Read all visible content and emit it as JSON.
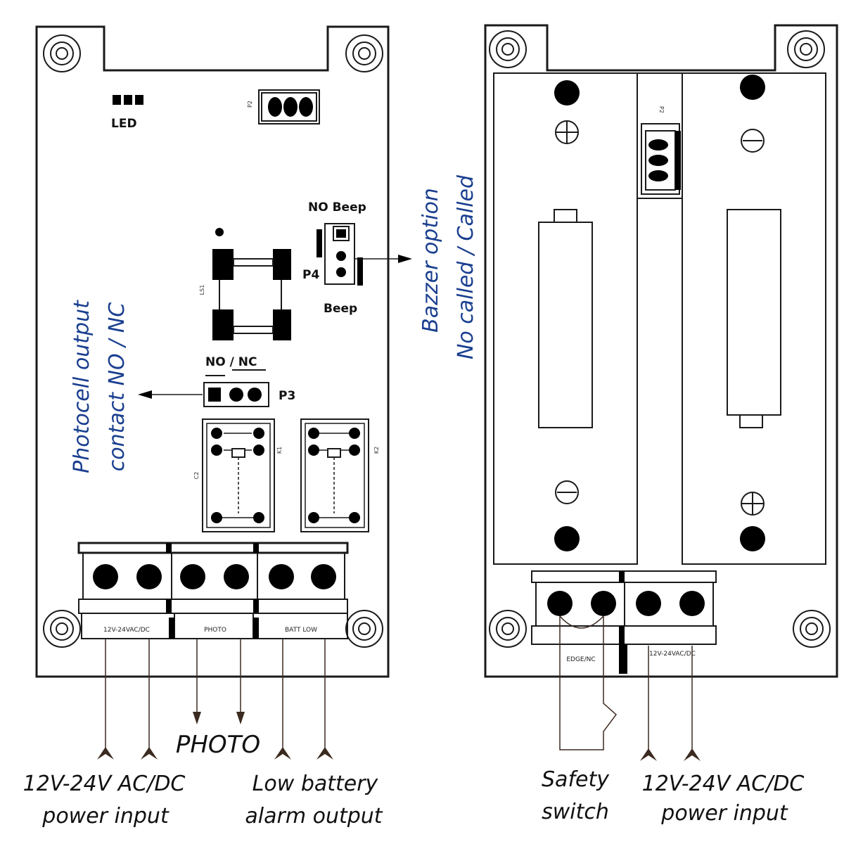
{
  "left_board": {
    "led_label": "LED",
    "p2_label": "P2",
    "ls1_label": "LS1",
    "p4_label": "P4",
    "no_beep_label": "NO Beep",
    "beep_label": "Beep",
    "no_nc_label": "NO / NC",
    "p3_label": "P3",
    "k1_label": "K1",
    "k2_label": "K2",
    "c2_label": "C2",
    "terminal_power_label": "12V-24VAC/DC",
    "terminal_photo_label": "PHOTO",
    "terminal_batt_label": "BATT LOW"
  },
  "right_board": {
    "p2_label": "P2",
    "terminal_edge_label": "EDGE/NC",
    "terminal_power_label": "12V-24VAC/DC"
  },
  "annotations": {
    "buzzer_option": {
      "line1": "Bazzer option",
      "line2": "No called / Called"
    },
    "photocell_output": {
      "line1": "Photocell output",
      "line2": "contact NO / NC"
    },
    "photo_label": "PHOTO",
    "left_power_input": {
      "line1": "12V-24V AC/DC",
      "line2": "power input"
    },
    "low_battery": {
      "line1": "Low battery",
      "line2": "alarm output"
    },
    "safety_switch": {
      "line1": "Safety",
      "line2": "switch"
    },
    "right_power_input": {
      "line1": "12V-24V AC/DC",
      "line2": "power input"
    }
  },
  "colors": {
    "annotation_blue": "#1a3f8f",
    "arrow_brown": "#3b2a20"
  }
}
